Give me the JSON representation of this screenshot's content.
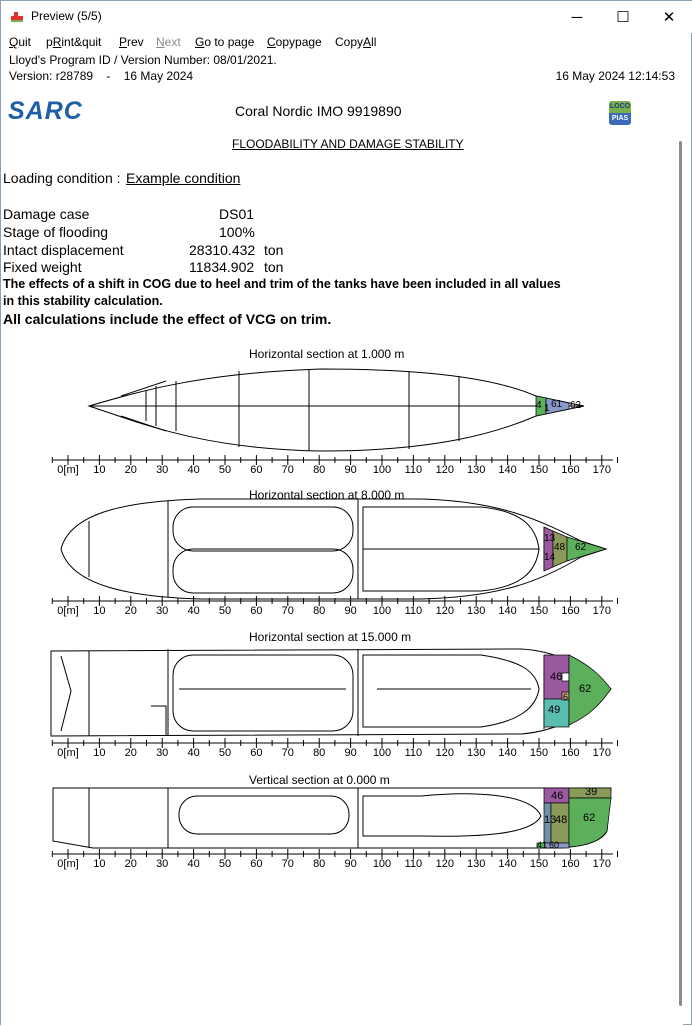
{
  "window": {
    "title": "Preview (5/5)",
    "minimize": "─",
    "maximize": "☐",
    "close": "✕"
  },
  "menu": [
    {
      "pre": "",
      "u": "Q",
      "post": "uit"
    },
    {
      "pre": "p",
      "u": "R",
      "post": "int&quit"
    },
    {
      "pre": "",
      "u": "P",
      "post": "rev"
    },
    {
      "pre": "",
      "u": "N",
      "post": "ext"
    },
    {
      "pre": "",
      "u": "G",
      "post": "o to page"
    },
    {
      "pre": "",
      "u": "C",
      "post": "opypage"
    },
    {
      "pre": "Copy",
      "u": "A",
      "post": "ll"
    }
  ],
  "header": {
    "lloyds": "Lloyd's Program ID / Version Number: 08/01/2021.",
    "version": "Version: r28789    -    16 May 2024",
    "datetime": "16 May 2024  12:14:53",
    "logo": "SARC",
    "ship": "Coral Nordic IMO 9919890",
    "badge_top": "LOCO",
    "badge_bottom": "PIAS",
    "section_title": "FLOODABILITY AND DAMAGE STABILITY"
  },
  "loading": {
    "label": "Loading condition : ",
    "value": "Example condition"
  },
  "params": [
    {
      "label": "Damage case",
      "value": "DS01",
      "unit": ""
    },
    {
      "label": "Stage of flooding",
      "value": "100%",
      "unit": ""
    },
    {
      "label": "Intact displacement",
      "value": "28310.432",
      "unit": "ton"
    },
    {
      "label": "Fixed weight",
      "value": "11834.902",
      "unit": "ton"
    }
  ],
  "notes": {
    "cog1": "The effects of a shift in COG due to heel and trim of the tanks have been included in all values",
    "cog2": "in this stability calculation.",
    "vcg": "All calculations include the effect of VCG on trim."
  },
  "axis_ticks": [
    "0[m]",
    "10",
    "20",
    "30",
    "40",
    "50",
    "60",
    "70",
    "80",
    "90",
    "100",
    "110",
    "120",
    "130",
    "140",
    "150",
    "160",
    "170"
  ],
  "sections": [
    {
      "title": "Horizontal section at 1.000 m",
      "labels": [
        "4",
        "1",
        "61",
        "62"
      ]
    },
    {
      "title": "Horizontal section at 8.000 m",
      "labels": [
        "13",
        "14",
        "48",
        "62"
      ]
    },
    {
      "title": "Horizontal section at 15.000 m",
      "labels": [
        "46",
        "62",
        "49",
        "6"
      ]
    },
    {
      "title": "Vertical section at 0.000 m",
      "labels": [
        "46",
        "39",
        "13",
        "48",
        "62",
        "41",
        "60"
      ]
    }
  ],
  "colors": {
    "purple": "#9b5aa0",
    "green": "#5cb05c",
    "teal": "#5bbcb0",
    "olive": "#8a9a5a",
    "blue": "#8a9ac8",
    "tan": "#c8a080",
    "steel": "#7090a8"
  }
}
